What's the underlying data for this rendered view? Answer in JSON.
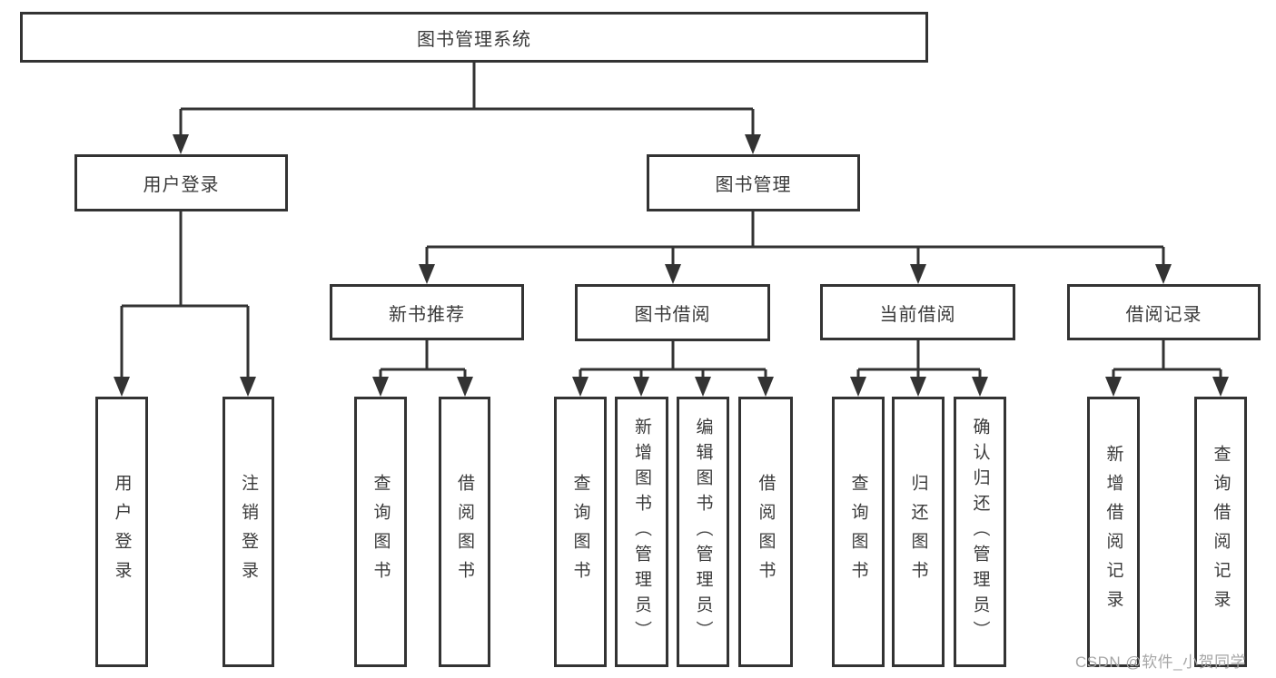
{
  "tree": {
    "label": "图书管理系统",
    "children": [
      {
        "label": "用户登录",
        "children": [
          {
            "label": "用户登录"
          },
          {
            "label": "注销登录"
          }
        ]
      },
      {
        "label": "图书管理",
        "children": [
          {
            "label": "新书推荐",
            "children": [
              {
                "label": "查询图书"
              },
              {
                "label": "借阅图书"
              }
            ]
          },
          {
            "label": "图书借阅",
            "children": [
              {
                "label": "查询图书"
              },
              {
                "label": "新增图书（管理员）"
              },
              {
                "label": "编辑图书（管理员）"
              },
              {
                "label": "借阅图书"
              }
            ]
          },
          {
            "label": "当前借阅",
            "children": [
              {
                "label": "查询图书"
              },
              {
                "label": "归还图书"
              },
              {
                "label": "确认归还（管理员）"
              }
            ]
          },
          {
            "label": "借阅记录",
            "children": [
              {
                "label": "新增借阅记录"
              },
              {
                "label": "查询借阅记录"
              }
            ]
          }
        ]
      }
    ]
  },
  "watermark": {
    "text": "CSDN @软件_小贺同学"
  },
  "colors": {
    "line": "#333333",
    "text": "#3a3a3a",
    "watermark": "#a6a6a6",
    "background": "#ffffff"
  }
}
